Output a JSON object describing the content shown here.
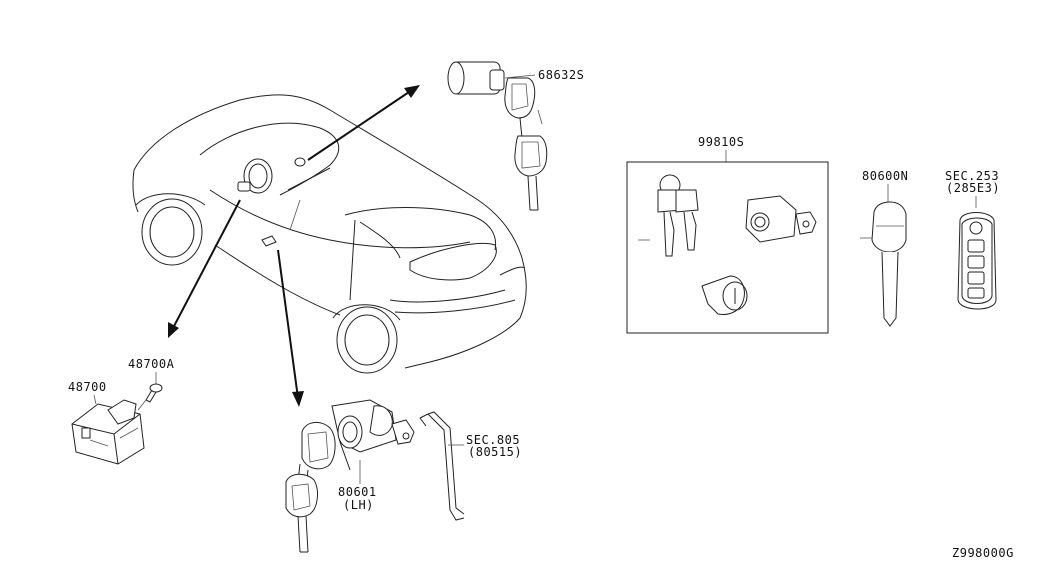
{
  "parts": {
    "p68632s": "68632S",
    "p99810s": "99810S",
    "p80600n": "80600N",
    "sec253": "SEC.253",
    "sec253_sub": "(285E3)",
    "p48700a": "48700A",
    "p48700": "48700",
    "p80601": "80601",
    "p80601_sub": "(LH)",
    "sec805": "SEC.805",
    "sec805_sub": "(80515)"
  },
  "diagram_code": "Z998000G"
}
